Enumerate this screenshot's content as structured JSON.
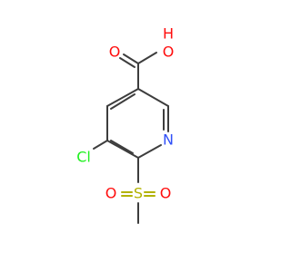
{
  "atoms": {
    "oxygen_hydroxyl": "O",
    "hydrogen_hydroxyl": "H",
    "oxygen_carbonyl": "O",
    "nitrogen_ring": "N",
    "chlorine": "Cl",
    "sulfur": "S",
    "oxygen_sulfonyl_left": "O",
    "oxygen_sulfonyl_right": "O"
  },
  "colors": {
    "bond": "#3d3d3d",
    "oxygen": "#ff0d0d",
    "nitrogen": "#3050f8",
    "sulfur": "#b2b200",
    "chlorine": "#1ff01f",
    "hydrogen": "#ff0d0d"
  }
}
